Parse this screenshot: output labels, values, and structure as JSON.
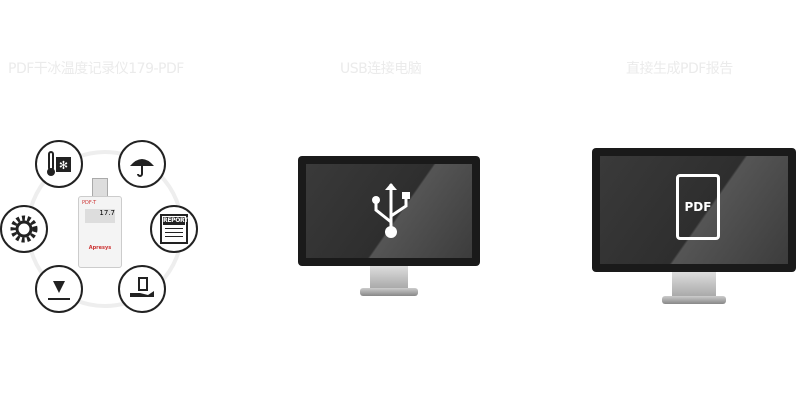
{
  "captions": [
    "PDF干冰温度记录仪179-PDF",
    "USB连接电脑",
    "直接生成PDF报告"
  ],
  "device": {
    "model": "PDF-T",
    "display": "17.7",
    "brand": "Apresys"
  },
  "report_label": "REPORT",
  "pdf_label": "PDF"
}
